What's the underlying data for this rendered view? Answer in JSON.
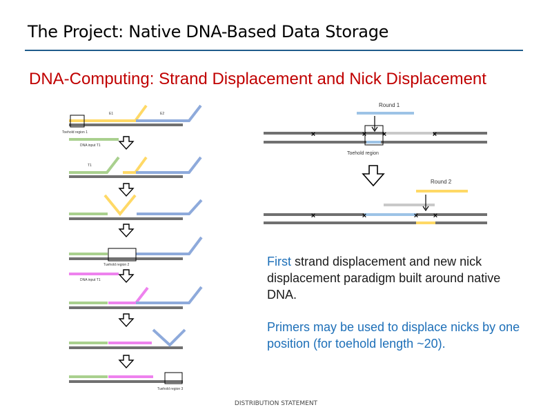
{
  "slide": {
    "title": "The Project: Native DNA-Based Data Storage",
    "subtitle": "DNA-Computing: Strand Displacement and Nick Displacement",
    "footer": "DISTRIBUTION STATEMENT"
  },
  "left_diagram": {
    "labels": {
      "e1": "E1",
      "e2": "E2",
      "toehold1": "Toehold region 1",
      "input_t1_a": "DNA input T1",
      "t1": "T1",
      "toehold2": "Tuehold region 2",
      "input_t1_b": "DNA input T1",
      "toehold3": "Tuehold region 3"
    }
  },
  "right_diagram": {
    "labels": {
      "round1": "Round 1",
      "toehold": "Toehold region",
      "round2": "Round 2"
    }
  },
  "text": {
    "p1_highlight": "First",
    "p1_rest": " strand displacement and new nick displacement paradigm built around native DNA.",
    "p2": "Primers may be used to displace nicks by one position (for toehold length ~20)."
  },
  "colors": {
    "green": "#a9d08e",
    "yellow": "#ffd966",
    "blue": "#8eaadb",
    "magenta": "#ee82ee",
    "gray": "#707070",
    "lightgray": "#c9c9c9",
    "lightblue": "#9dc3e6",
    "title_rule": "#1f5c8b",
    "subtitle": "#c00000",
    "text_blue": "#1d6fb8"
  }
}
